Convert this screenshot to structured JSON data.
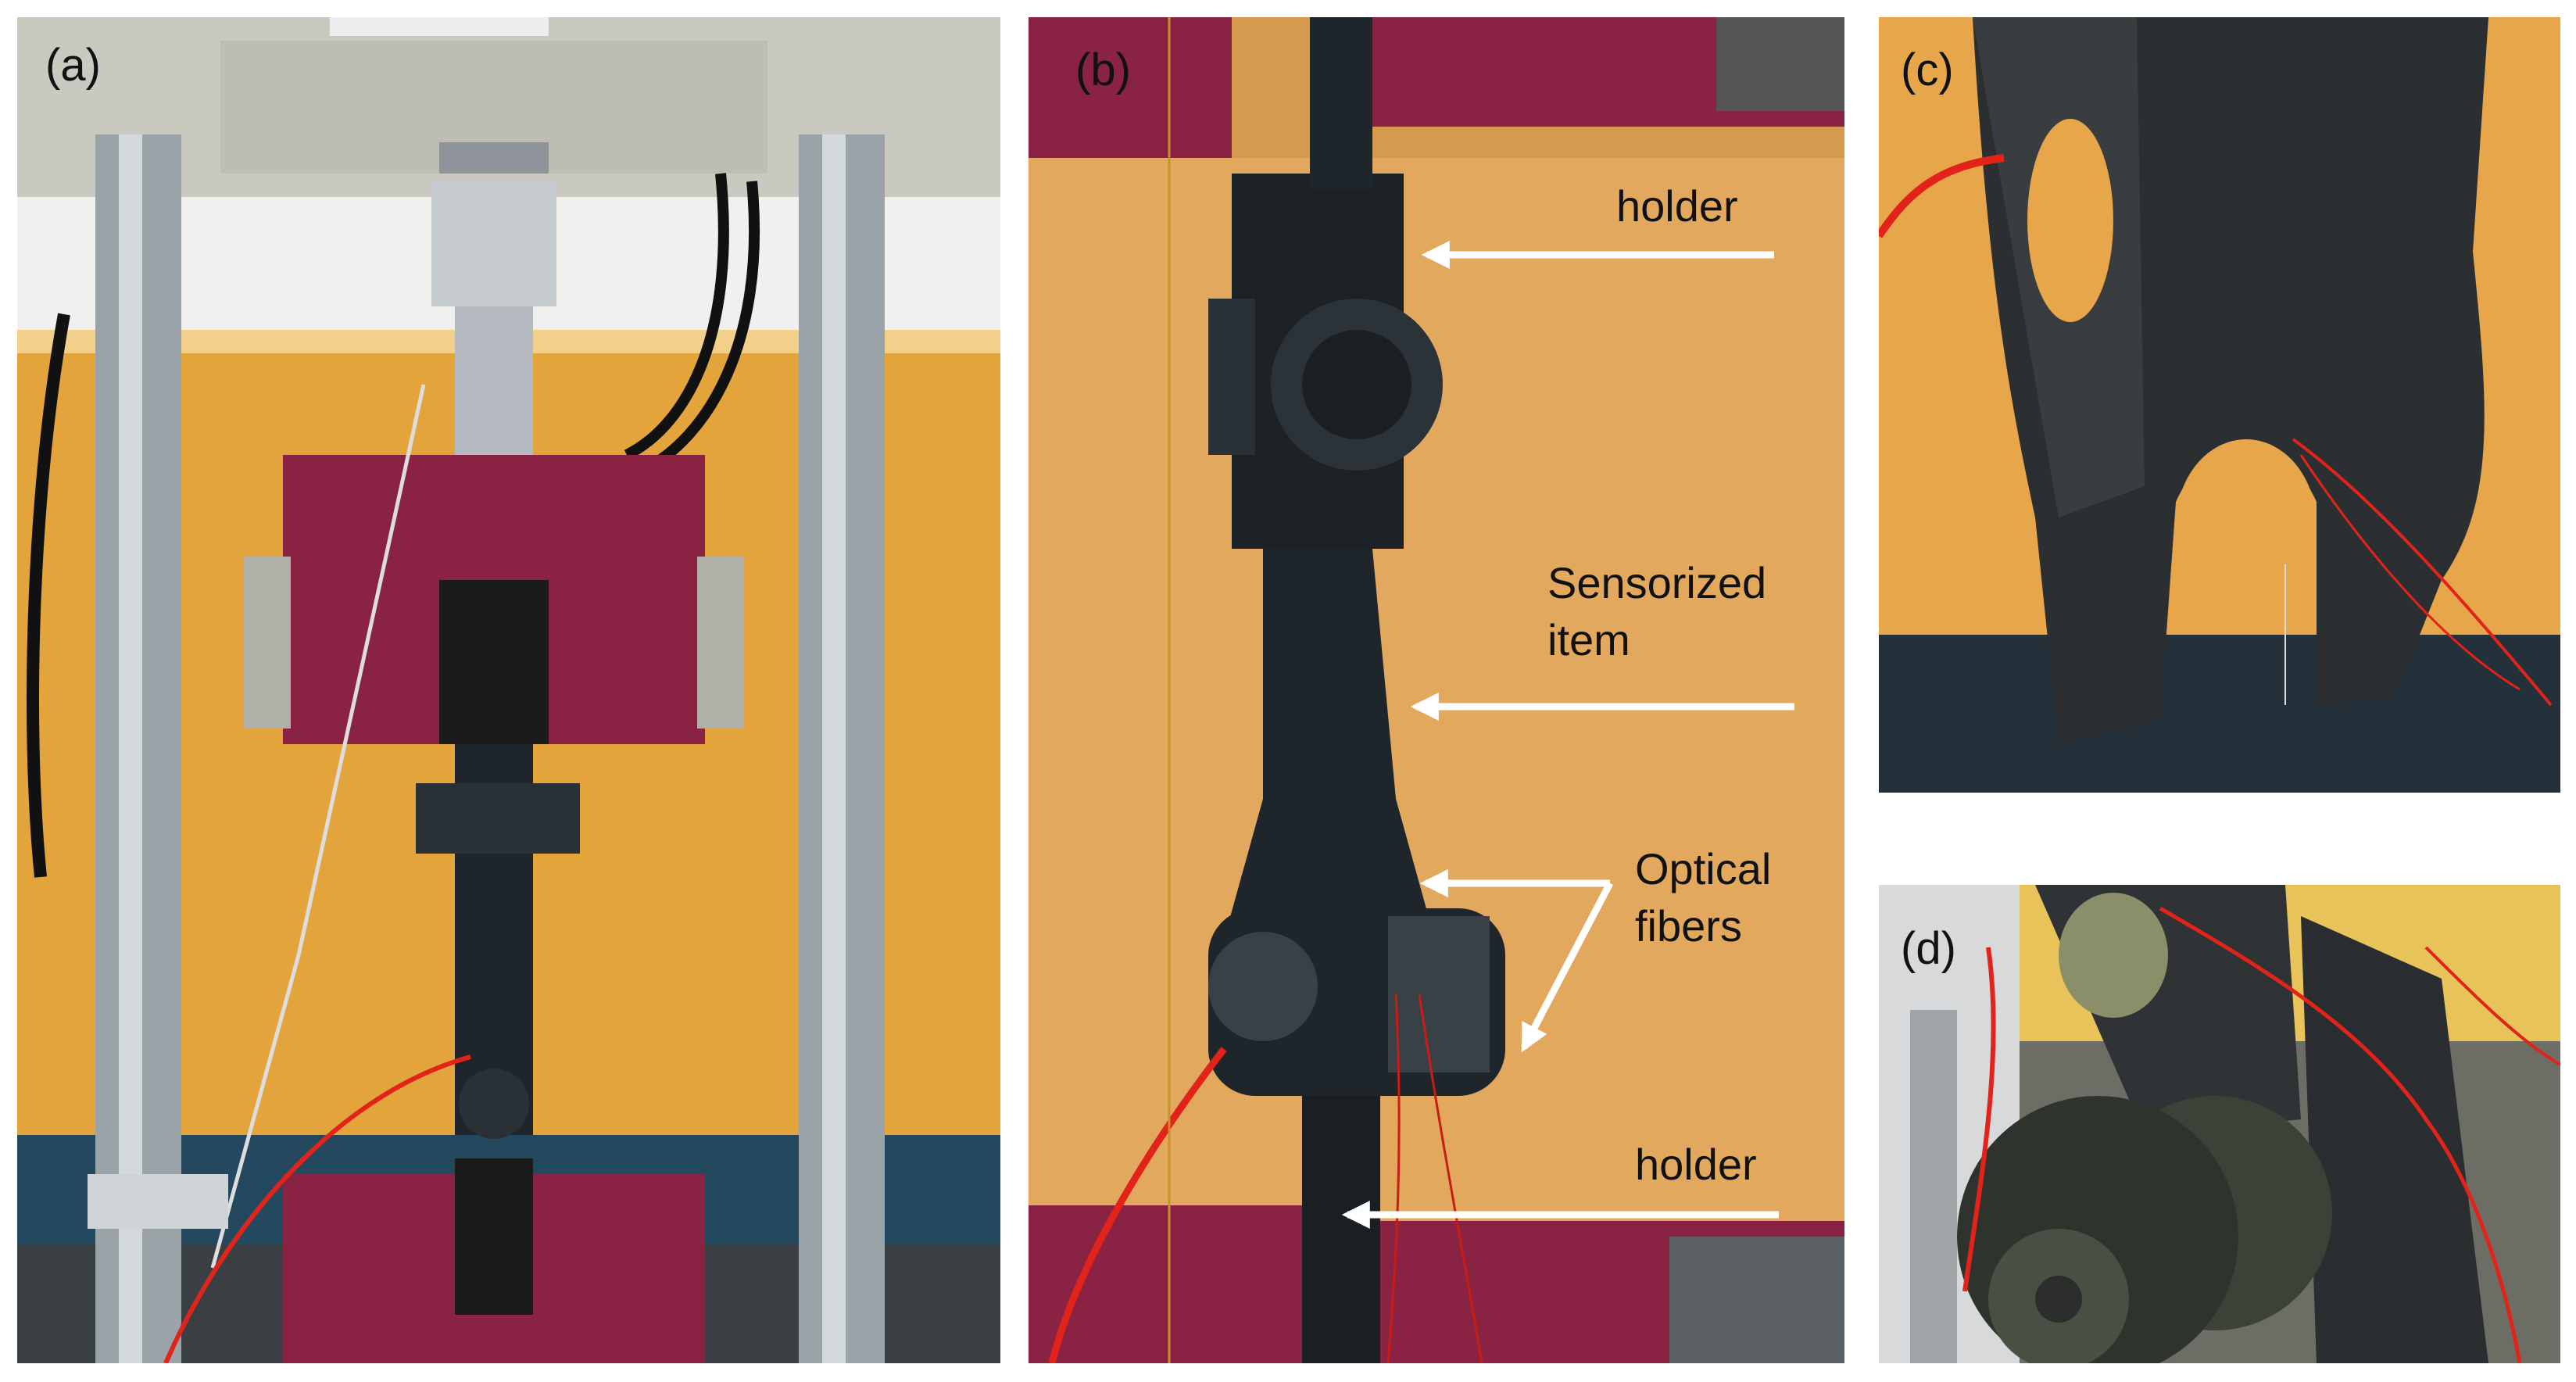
{
  "figure": {
    "panels": [
      {
        "id": "a",
        "label": "(a)"
      },
      {
        "id": "b",
        "label": "(b)"
      },
      {
        "id": "c",
        "label": "(c)"
      },
      {
        "id": "d",
        "label": "(d)"
      }
    ],
    "annotations": {
      "holder_top": "holder",
      "sensorized_line1": "Sensorized",
      "sensorized_line2": "item",
      "optical_line1": "Optical",
      "optical_line2": "fibers",
      "holder_bottom": "holder"
    },
    "colors": {
      "wall_yellow": "#e3a43c",
      "grip_maroon": "#8a2244",
      "rod_steel": "#9aa3a8",
      "specimen_black": "#1f262b",
      "fiber_red": "#e2231a",
      "arrow_white": "#ffffff"
    }
  }
}
